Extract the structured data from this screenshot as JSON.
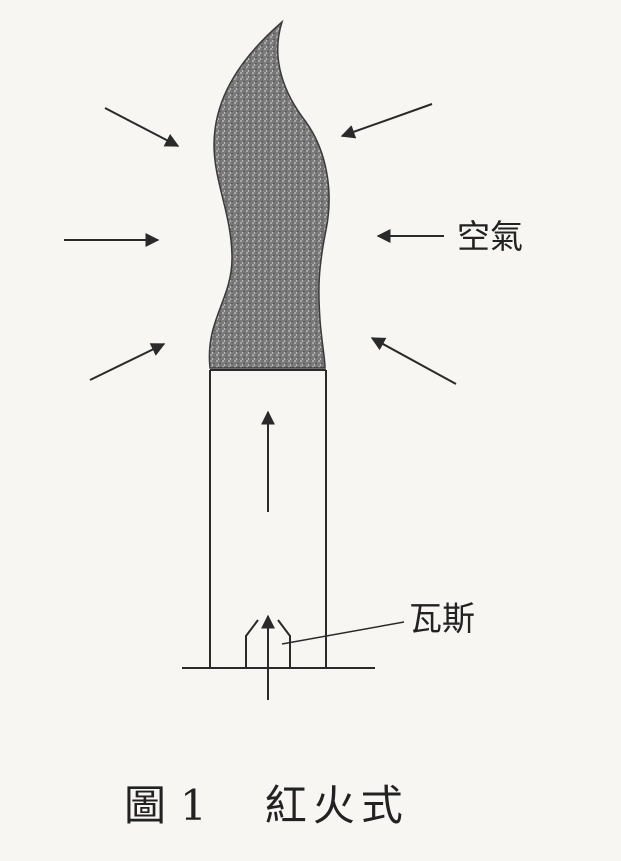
{
  "labels": {
    "air": "空氣",
    "gas": "瓦斯"
  },
  "caption": {
    "figure_word": "圖",
    "figure_number": "1",
    "title": "紅火式"
  },
  "colors": {
    "ink": "#2a2a2a",
    "flame": "#6f6f6f",
    "paper": "#f7f6f3"
  }
}
